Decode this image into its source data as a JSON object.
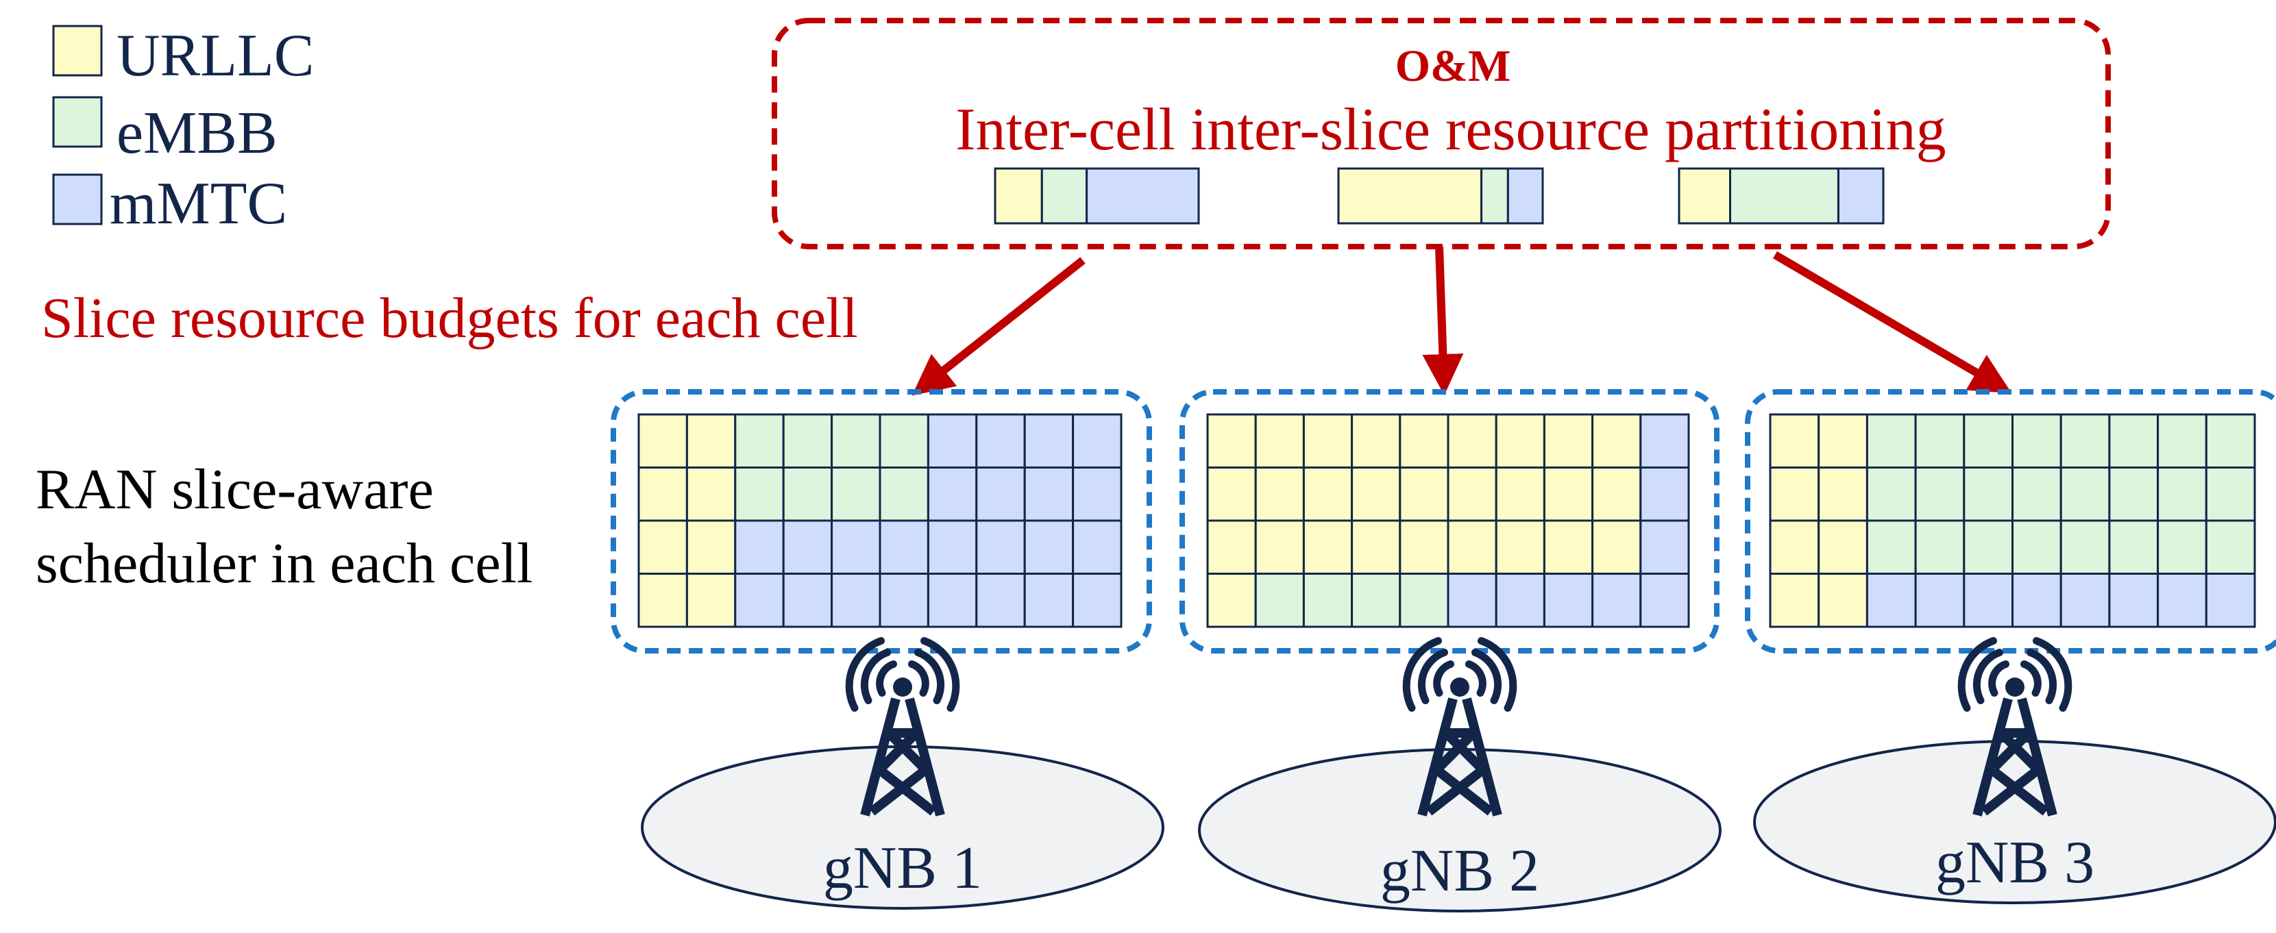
{
  "colors": {
    "urllc": "#fdfbc6",
    "embb": "#dcf5dc",
    "mmtc": "#cfdcfb",
    "om_red": "#c00000",
    "cell_blue": "#1f78c8",
    "navy": "#13264a",
    "cell_fill": "#f0f2f4"
  },
  "legend": [
    {
      "key": "urllc",
      "label": "URLLC"
    },
    {
      "key": "embb",
      "label": "eMBB"
    },
    {
      "key": "mmtc",
      "label": "mMTC"
    }
  ],
  "om": {
    "title": "O&M",
    "subtitle": "Inter-cell inter-slice resource partitioning",
    "budget_bars": [
      [
        {
          "slice": "urllc",
          "share": 0.23
        },
        {
          "slice": "embb",
          "share": 0.22
        },
        {
          "slice": "mmtc",
          "share": 0.55
        }
      ],
      [
        {
          "slice": "urllc",
          "share": 0.7
        },
        {
          "slice": "embb",
          "share": 0.13
        },
        {
          "slice": "mmtc",
          "share": 0.17
        }
      ],
      [
        {
          "slice": "urllc",
          "share": 0.25
        },
        {
          "slice": "embb",
          "share": 0.53
        },
        {
          "slice": "mmtc",
          "share": 0.22
        }
      ]
    ]
  },
  "labels": {
    "budgets": "Slice resource budgets for each cell",
    "scheduler_line1": "RAN slice-aware",
    "scheduler_line2": "scheduler in each cell"
  },
  "cells": [
    {
      "name": "gNB 1",
      "grid": [
        [
          "urllc",
          "urllc",
          "embb",
          "embb",
          "embb",
          "embb",
          "mmtc",
          "mmtc",
          "mmtc",
          "mmtc"
        ],
        [
          "urllc",
          "urllc",
          "embb",
          "embb",
          "embb",
          "embb",
          "mmtc",
          "mmtc",
          "mmtc",
          "mmtc"
        ],
        [
          "urllc",
          "urllc",
          "mmtc",
          "mmtc",
          "mmtc",
          "mmtc",
          "mmtc",
          "mmtc",
          "mmtc",
          "mmtc"
        ],
        [
          "urllc",
          "urllc",
          "mmtc",
          "mmtc",
          "mmtc",
          "mmtc",
          "mmtc",
          "mmtc",
          "mmtc",
          "mmtc"
        ]
      ]
    },
    {
      "name": "gNB 2",
      "grid": [
        [
          "urllc",
          "urllc",
          "urllc",
          "urllc",
          "urllc",
          "urllc",
          "urllc",
          "urllc",
          "urllc",
          "mmtc"
        ],
        [
          "urllc",
          "urllc",
          "urllc",
          "urllc",
          "urllc",
          "urllc",
          "urllc",
          "urllc",
          "urllc",
          "mmtc"
        ],
        [
          "urllc",
          "urllc",
          "urllc",
          "urllc",
          "urllc",
          "urllc",
          "urllc",
          "urllc",
          "urllc",
          "mmtc"
        ],
        [
          "urllc",
          "embb",
          "embb",
          "embb",
          "embb",
          "mmtc",
          "mmtc",
          "mmtc",
          "mmtc",
          "mmtc"
        ]
      ]
    },
    {
      "name": "gNB 3",
      "grid": [
        [
          "urllc",
          "urllc",
          "embb",
          "embb",
          "embb",
          "embb",
          "embb",
          "embb",
          "embb",
          "embb"
        ],
        [
          "urllc",
          "urllc",
          "embb",
          "embb",
          "embb",
          "embb",
          "embb",
          "embb",
          "embb",
          "embb"
        ],
        [
          "urllc",
          "urllc",
          "embb",
          "embb",
          "embb",
          "embb",
          "embb",
          "embb",
          "embb",
          "embb"
        ],
        [
          "urllc",
          "urllc",
          "mmtc",
          "mmtc",
          "mmtc",
          "mmtc",
          "mmtc",
          "mmtc",
          "mmtc",
          "mmtc"
        ]
      ]
    }
  ]
}
